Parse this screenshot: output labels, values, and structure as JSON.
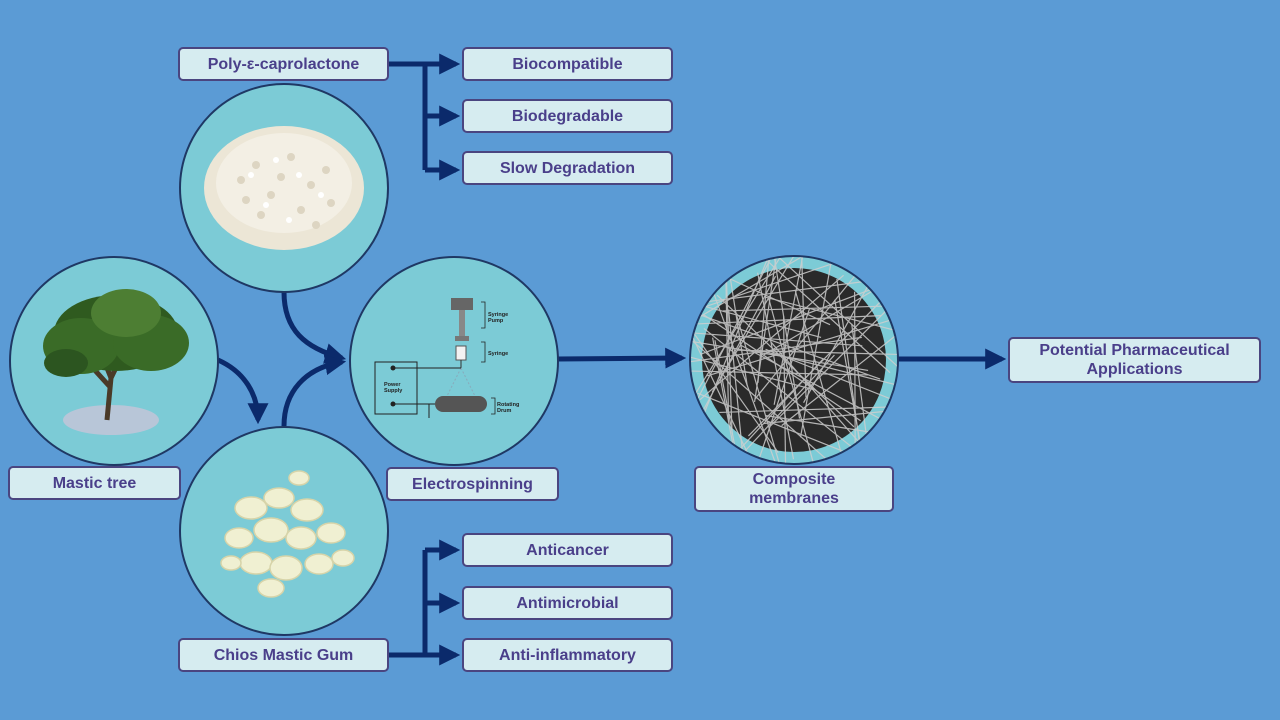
{
  "colors": {
    "background": "#5b9bd5",
    "box_fill": "#d6ecf0",
    "box_border": "#4a4580",
    "text": "#4a3f8a",
    "arrow": "#0b2a6b",
    "circle_fill": "#7ccbd6"
  },
  "labels": {
    "pcl": "Poly-ε-caprolactone",
    "biocompatible": "Biocompatible",
    "biodegradable": "Biodegradable",
    "slow_degradation": "Slow Degradation",
    "mastic_tree": "Mastic tree",
    "electrospinning": "Electrospinning",
    "composite": "Composite membranes",
    "applications": "Potential Pharmaceutical Applications",
    "chios_gum": "Chios Mastic Gum",
    "anticancer": "Anticancer",
    "antimicrobial": "Antimicrobial",
    "anti_inflammatory": "Anti-inflammatory"
  },
  "apparatus": {
    "syringe_pump": [
      "Syringe",
      "Pump"
    ],
    "syringe": "Syringe",
    "power_supply": [
      "Power",
      "Supply"
    ],
    "rotating_drum": [
      "Rotating",
      "Drum"
    ]
  },
  "images": {
    "pcl_pellets": "pcl-pellets-image",
    "mastic_tree": "mastic-tree-image",
    "mastic_gum": "mastic-gum-image",
    "nanofibers": "nanofiber-membrane-image"
  }
}
